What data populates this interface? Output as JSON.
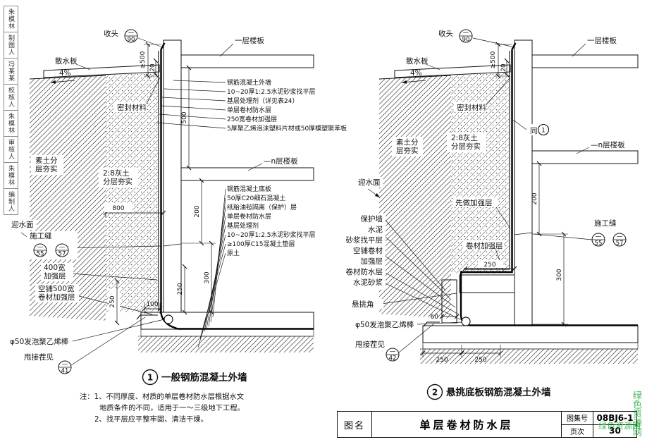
{
  "colors": {
    "ink": "#111111",
    "paper": "#ffffff",
    "watermark_green": "#2fae4a"
  },
  "sym": {
    "dash": "—"
  },
  "sidebar": {
    "cells": [
      "朱模林",
      "制图人",
      "冯某某",
      "校核人",
      "朱模林",
      "审核人",
      "朱模林",
      "编制人"
    ]
  },
  "titleblock": {
    "name_label": "图名",
    "name_value": "单层卷材防水层",
    "atlas_label": "图集号",
    "atlas_value": "08BJ6-1",
    "page_label": "页次",
    "page_value": "30"
  },
  "watermark": {
    "vertical": "绿色资源网",
    "horizontal": "绿色资源网"
  },
  "notes": {
    "line1": "注：1、不同厚度、材质的单层卷材防水层根据水文",
    "line2": "地质条件的不同，适用于一～三级地下工程。",
    "line3": "2、找平层应平整牢固、清洁干燥。"
  },
  "d1": {
    "caption_no": "1",
    "caption": "一般钢筋混凝土外墙",
    "shoutou": "收头",
    "shoutou_ref": "90",
    "floor1": "一层楼板",
    "apron": "散水板",
    "slope": "4%",
    "dim_ge500": "≥500",
    "dim_20": "20",
    "seal": "密封材料",
    "wall_layers": [
      "钢筋混凝土外墙",
      "10~20厚1:2.5水泥砂浆找平层",
      "基层处理剂（详见表24）",
      "单层卷材防水层",
      "250宽卷材加强层",
      "5厚聚乙烯泡沫塑料片材或50厚模塑聚苯板"
    ],
    "floorn": "—n层楼板",
    "slab_layers": [
      "钢筋混凝土底板",
      "50厚C20细石混凝土",
      "纸胎油毡隔离（保护）层",
      "单层卷材防水层",
      "基层处理剂",
      "10~20厚1:2.5水泥砂浆找平层",
      "≥100厚C15混凝土垫层",
      "原土"
    ],
    "soil1a": "素土分",
    "soil1b": "层夯实",
    "soil2a": "2:8灰土",
    "soil2b": "分层夯实",
    "dim_800": "800",
    "water_face": "迎水面",
    "joint": "施工缝",
    "joint_ref1": "55",
    "joint_ref2": "57",
    "strip400a": "400宽",
    "strip400b": "加强层",
    "loose500a": "空铺500宽",
    "loose500b": "卷材加强层",
    "foam": "φ50发泡聚乙烯棒",
    "tail": "甩接茬见",
    "tail_ref": "41",
    "dim_500": "500",
    "dim_200": "200",
    "dim_300": "300",
    "dim_250a": "250",
    "dim_100": "100",
    "dim_250b": "250"
  },
  "d2": {
    "caption_no": "2",
    "caption": "悬挑底板钢筋混凝土外墙",
    "shoutou": "收头",
    "shoutou_ref": "90",
    "floor1": "一层楼板",
    "apron": "散水板",
    "slope": "4%",
    "dim_ge500": "≥500",
    "dim_20": "20",
    "seal": "密封材料",
    "same": "同",
    "same_no": "1",
    "floorn": "—n层楼板",
    "soil1a": "素土分",
    "soil1b": "层夯实",
    "soil2a": "2:8灰土",
    "soil2b": "分层夯实",
    "water_face": "迎水面",
    "first_strip": "先做加强层",
    "left_stack": [
      "保护墙",
      "水泥",
      "砂浆找平层",
      "空铺卷材",
      "加强层",
      "卷材防水层",
      "水泥砂浆"
    ],
    "corner": "悬挑角",
    "joint": "施工缝",
    "joint_ref1": "55",
    "joint_ref2": "57",
    "strip": "卷材加强层",
    "dim_250s": "250",
    "dim_200": "200",
    "dim_300": "300",
    "dim_60": "60",
    "dim_250a": "250",
    "dim_250b": "250",
    "foam": "φ50发泡聚乙烯棒",
    "tail": "甩接茬见",
    "tail_ref": "42"
  }
}
